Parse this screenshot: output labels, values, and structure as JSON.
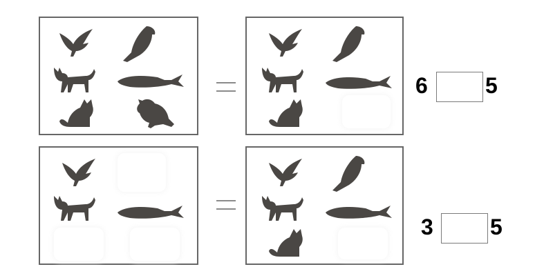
{
  "colors": {
    "silhouette": "#4a4744",
    "panel_border": "#666666",
    "equals_sign": "#8a8a8a"
  },
  "icons": [
    "bird-icon",
    "parrot-icon",
    "cat-walking-icon",
    "fish-icon",
    "cat-sitting-icon",
    "hamster-icon"
  ],
  "rows": [
    {
      "left_panel": [
        "bird",
        "parrot",
        "cat-walking",
        "fish",
        "cat-sitting",
        "hamster"
      ],
      "right_panel": [
        "bird",
        "parrot",
        "cat-walking",
        "fish",
        "cat-sitting"
      ],
      "left_number": "6",
      "right_number": "5",
      "answer": ""
    },
    {
      "left_panel": [
        "bird",
        "cat-walking",
        "fish"
      ],
      "right_panel": [
        "bird",
        "parrot",
        "cat-walking",
        "fish",
        "cat-sitting"
      ],
      "left_number": "3",
      "right_number": "5",
      "answer": ""
    }
  ]
}
